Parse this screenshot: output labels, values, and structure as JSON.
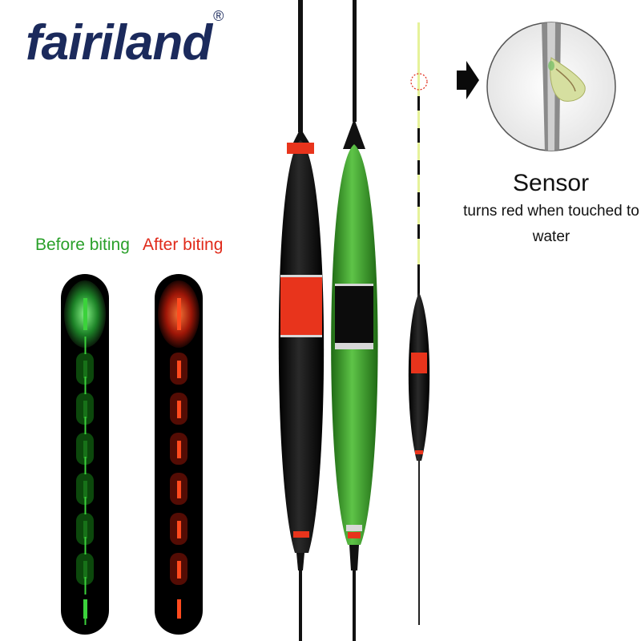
{
  "brand": {
    "name": "fairiland",
    "registered_mark": "®"
  },
  "labels": {
    "before": "Before biting",
    "after": "After biting"
  },
  "sensor": {
    "title": "Sensor",
    "description": "turns red when touched to water"
  },
  "colors": {
    "brand": "#1b2a5c",
    "before": "#2aa02a",
    "after": "#e02a1a",
    "float_black": "#0c0c0c",
    "float_green": "#3a9a2a",
    "band_red": "#e8341c"
  },
  "icons": [
    "arrow-right-icon",
    "sensor-magnifier"
  ]
}
